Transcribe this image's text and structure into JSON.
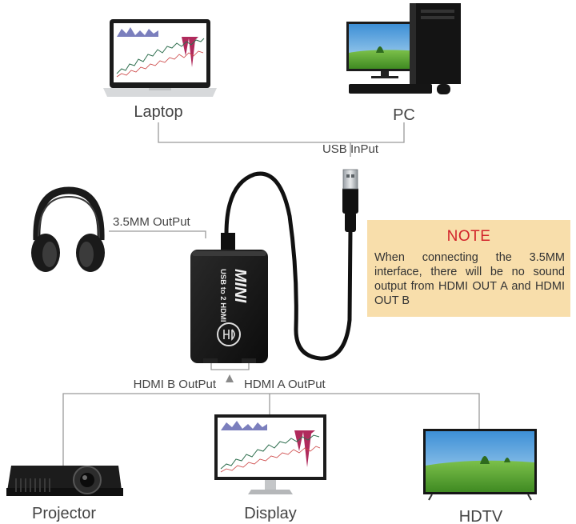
{
  "devices": {
    "laptop": "Laptop",
    "pc": "PC",
    "projector": "Projector",
    "display": "Display",
    "hdtv": "HDTV"
  },
  "ports": {
    "usb_input": "USB InPut",
    "audio_output": "3.5MM  OutPut",
    "hdmi_b_output": "HDMI B OutPut",
    "hdmi_a_output": "HDMI A OutPut"
  },
  "adapter": {
    "brand": "MINI HD",
    "model": "USB to 2 HDMI"
  },
  "note": {
    "title": "NOTE",
    "body": "When connecting the 3.5MM interface, there will be no sound output from HDMI OUT A and HDMI OUT B"
  },
  "colors": {
    "note_background": "#f8deab",
    "note_title": "#d2232a",
    "connector_line": "#9a9a9a"
  }
}
